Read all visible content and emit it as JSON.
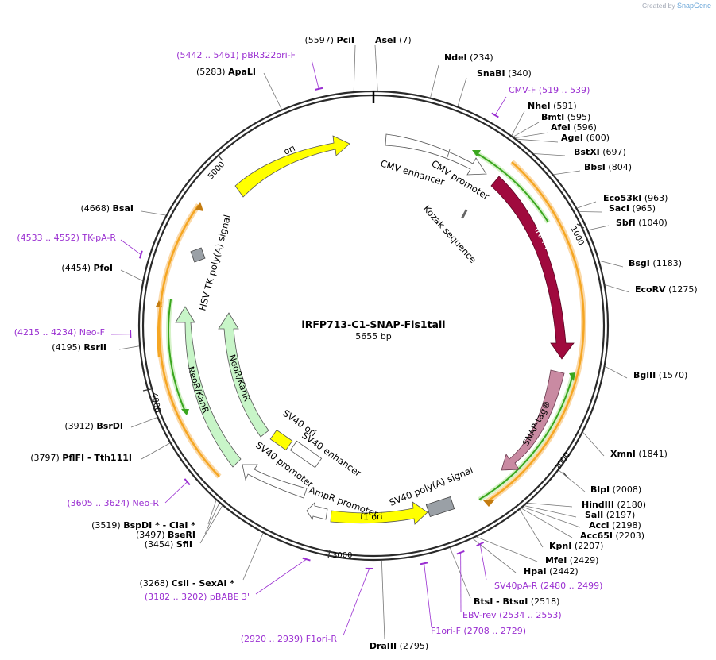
{
  "credit": {
    "prefix": "Created by",
    "brand": "SnapGene"
  },
  "plasmid": {
    "name": "iRFP713-C1-SNAP-Fis1tail",
    "length_label": "5655 bp",
    "length": 5655
  },
  "colors": {
    "backbone": "#2a2a2a",
    "enzyme_line": "#666666",
    "primer": "#9a2fd1",
    "irfp": "#a00a3e",
    "snap": "#c98aa2",
    "ori": "#ffff00",
    "neo": "#c8f5c8",
    "promoter": "#ffffff",
    "polyA": "#9aa0a6",
    "orf_orange": "#f5a623",
    "orf_green": "#3aa61e"
  },
  "ticks": [
    "1000",
    "2000",
    "3000",
    "4000",
    "5000"
  ],
  "enzymes": [
    {
      "name": "PciI",
      "pos": "(5597)",
      "star": false
    },
    {
      "name": "AseI",
      "pos": "(7)",
      "star": false
    },
    {
      "name": "NdeI",
      "pos": "(234)",
      "star": false
    },
    {
      "name": "SnaBI",
      "pos": "(340)",
      "star": false
    },
    {
      "name": "NheI",
      "pos": "(591)",
      "star": false
    },
    {
      "name": "BmtI",
      "pos": "(595)",
      "star": false
    },
    {
      "name": "AfeI",
      "pos": "(596)",
      "star": false
    },
    {
      "name": "AgeI",
      "pos": "(600)",
      "star": false
    },
    {
      "name": "BstXI",
      "pos": "(697)",
      "star": false
    },
    {
      "name": "BbsI",
      "pos": "(804)",
      "star": false
    },
    {
      "name": "Eco53kI",
      "pos": "(963)",
      "star": false
    },
    {
      "name": "SacI",
      "pos": "(965)",
      "star": false
    },
    {
      "name": "SbfI",
      "pos": "(1040)",
      "star": false
    },
    {
      "name": "BsgI",
      "pos": "(1183)",
      "star": false
    },
    {
      "name": "EcoRV",
      "pos": "(1275)",
      "star": false
    },
    {
      "name": "BglII",
      "pos": "(1570)",
      "star": false
    },
    {
      "name": "XmnI",
      "pos": "(1841)",
      "star": false
    },
    {
      "name": "BlpI",
      "pos": "(2008)",
      "star": false
    },
    {
      "name": "HindIII",
      "pos": "(2180)",
      "star": false
    },
    {
      "name": "SalI",
      "pos": "(2197)",
      "star": false
    },
    {
      "name": "AccI",
      "pos": "(2198)",
      "star": false
    },
    {
      "name": "Acc65I",
      "pos": "(2203)",
      "star": false
    },
    {
      "name": "KpnI",
      "pos": "(2207)",
      "star": false
    },
    {
      "name": "MfeI",
      "pos": "(2429)",
      "star": false
    },
    {
      "name": "HpaI",
      "pos": "(2442)",
      "star": false
    },
    {
      "name": "BtsI - BtsαI",
      "pos": "(2518)",
      "star": false
    },
    {
      "name": "DraIII",
      "pos": "(2795)",
      "star": false
    },
    {
      "name": "CsiI - SexAI *",
      "pos": "(3268)",
      "star": false
    },
    {
      "name": "SfiI",
      "pos": "(3454)",
      "star": false
    },
    {
      "name": "BseRI",
      "pos": "(3497)",
      "star": false
    },
    {
      "name": "BspDI * - ClaI *",
      "pos": "(3519)",
      "star": false
    },
    {
      "name": "PflFI - Tth111I",
      "pos": "(3797)",
      "star": false
    },
    {
      "name": "BsrDI",
      "pos": "(3912)",
      "star": false
    },
    {
      "name": "RsrII",
      "pos": "(4195)",
      "star": false
    },
    {
      "name": "PfoI",
      "pos": "(4454)",
      "star": false
    },
    {
      "name": "BsaI",
      "pos": "(4668)",
      "star": false
    },
    {
      "name": "ApaLI",
      "pos": "(5283)",
      "star": false
    }
  ],
  "primers": [
    {
      "name": "pBR322ori-F",
      "range": "(5442 .. 5461)"
    },
    {
      "name": "CMV-F",
      "range": "(519 .. 539)"
    },
    {
      "name": "SV40pA-R",
      "range": "(2480 .. 2499)"
    },
    {
      "name": "EBV-rev",
      "range": "(2534 .. 2553)"
    },
    {
      "name": "F1ori-F",
      "range": "(2708 .. 2729)"
    },
    {
      "name": "F1ori-R",
      "range": "(2920 .. 2939)"
    },
    {
      "name": "pBABE 3'",
      "range": "(3182 .. 3202)"
    },
    {
      "name": "Neo-R",
      "range": "(3605 .. 3624)"
    },
    {
      "name": "Neo-F",
      "range": "(4215 .. 4234)"
    },
    {
      "name": "TK-pA-R",
      "range": "(4533 .. 4552)"
    }
  ],
  "features": {
    "ori": "ori",
    "cmv_enhancer": "CMV enhancer",
    "cmv_promoter": "CMV promoter",
    "kozak": "Kozak sequence",
    "irfp": "iRFP713",
    "snap": "SNAP-tag®",
    "sv40_polyA": "SV40 poly(A) signal",
    "f1_ori": "f1 ori",
    "ampr_promoter": "AmpR promoter",
    "sv40_promoter": "SV40 promoter",
    "sv40_ori": "SV40 ori",
    "sv40_enhancer": "SV40 enhancer",
    "neo_inner": "NeoR/KanR",
    "neo_outer": "NeoR/KanR",
    "hsv_tk": "HSV TK poly(A) signal"
  }
}
